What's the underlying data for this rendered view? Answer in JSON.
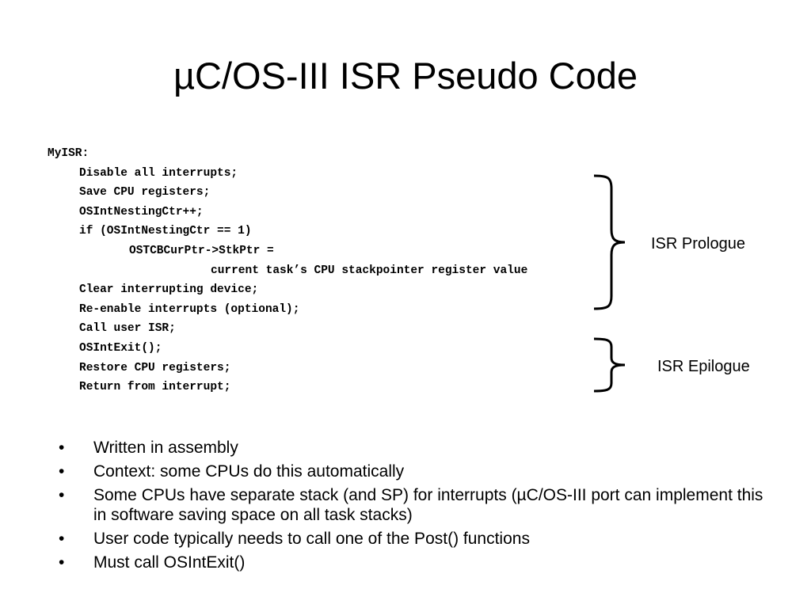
{
  "slide": {
    "title": "µC/OS-III ISR Pseudo Code"
  },
  "code": {
    "lines": [
      "MyISR:",
      "Disable all interrupts;",
      "Save CPU registers;",
      "OSIntNestingCtr++;",
      "if (OSIntNestingCtr == 1)",
      "OSTCBCurPtr->StkPtr =",
      "current task’s CPU stackpointer register value",
      "Clear interrupting device;",
      "Re-enable interrupts (optional);",
      "Call user ISR;",
      "OSIntExit();",
      "Restore CPU registers;",
      "Return from interrupt;"
    ]
  },
  "annotations": {
    "prologue_label": "ISR Prologue",
    "epilogue_label": "ISR Epilogue"
  },
  "bullets": [
    "Written in assembly",
    "Context: some CPUs do this automatically",
    "Some CPUs have separate stack (and SP) for interrupts (µC/OS-III port can implement this in software saving space on all task stacks)",
    "User code typically needs to call one of the Post() functions",
    "Must call OSIntExit()"
  ],
  "bullet_glyph": "•"
}
